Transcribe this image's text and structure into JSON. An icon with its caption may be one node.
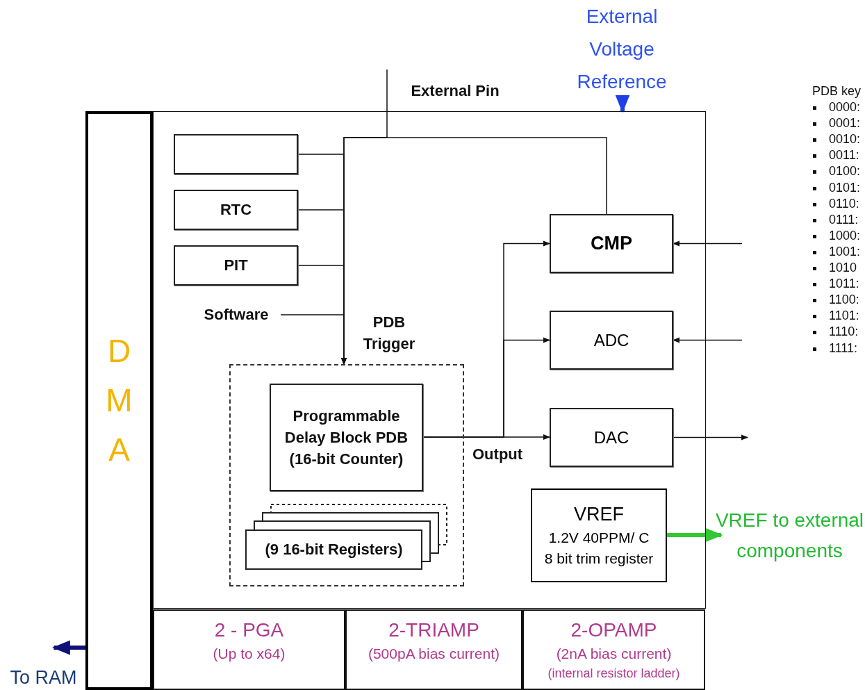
{
  "diagram": {
    "nodes": [
      {
        "text": [
          "DMA"
        ]
      },
      {
        "text": [],
        "shape": "box"
      },
      {
        "text": [],
        "shape": "box",
        "in": 1
      },
      {
        "text": [
          "RTC"
        ],
        "in": 1
      },
      {
        "text": [
          "PIT"
        ],
        "in": 1
      },
      {
        "text": [
          "Software"
        ],
        "in": 1
      },
      {
        "text": [],
        "shape": "box",
        "in": 1
      },
      {
        "text": [
          "Programmable Delay Block PDB (16-bit Counter)"
        ],
        "in": 6
      },
      {
        "text": [
          "(9 16-bit Registers)"
        ],
        "in": 6
      },
      {
        "text": [
          "CMP"
        ],
        "in": 1
      },
      {
        "text": [
          "ADC"
        ],
        "in": 1
      },
      {
        "text": [
          "DAC"
        ],
        "in": 1
      },
      {
        "text": [
          "VREF",
          "1.2V 40PPM/ C",
          "8 bit trim register"
        ],
        "in": 1
      },
      {
        "text": [
          "External Pin"
        ]
      },
      {
        "text": [
          "External Voltage Reference"
        ]
      },
      {
        "text": [
          "VREF to external components"
        ]
      },
      {
        "text": [
          "2 - PGA",
          "(Up to x64)"
        ]
      },
      {
        "text": [
          "2-TRIAMP",
          "(500pA bias current)"
        ]
      },
      {
        "text": [
          "2-OPAMP",
          "(2nA bias current)",
          "(internal resistor ladder)"
        ]
      },
      {
        "text": [
          "To RAM"
        ]
      }
    ],
    "edges": [
      {
        "from": 2,
        "to": 6,
        "arrow": "to"
      },
      {
        "from": 3,
        "to": 6,
        "arrow": "to"
      },
      {
        "from": 4,
        "to": 6,
        "arrow": "to"
      },
      {
        "from": 5,
        "to": 6,
        "arrow": "to"
      },
      {
        "from": 13,
        "to": 6,
        "arrow": "to"
      },
      {
        "from": 9,
        "to": 6,
        "arrow": "to"
      },
      {
        "from": 7,
        "to": 9,
        "arrow": "to"
      },
      {
        "from": 7,
        "to": 10,
        "arrow": "to"
      },
      {
        "from": 7,
        "to": 11,
        "label": "Output",
        "arrow": "to"
      },
      {
        "from": null,
        "to": 9,
        "arrow": "to"
      },
      {
        "from": null,
        "to": 10,
        "arrow": "to"
      },
      {
        "from": 11,
        "to": null,
        "arrow": "to"
      },
      {
        "from": 14,
        "to": 1,
        "arrow": "to",
        "style": "thick",
        "color": "#1f3fe6"
      },
      {
        "from": 12,
        "to": 15,
        "arrow": "to",
        "style": "thick",
        "color": "#33c833"
      },
      {
        "from": 0,
        "to": 19,
        "arrow": "to",
        "style": "thick",
        "color": "#10107a"
      }
    ],
    "labels": [
      "PDB Trigger",
      "PDB key",
      "0000:",
      "0001:",
      "0010:",
      "0011:",
      "0100:",
      "0101:",
      "0110:",
      "0111:",
      "1000:",
      "1001:",
      "1010",
      "1011:",
      "1100:",
      "1101:",
      "1110:",
      "1111:"
    ]
  }
}
